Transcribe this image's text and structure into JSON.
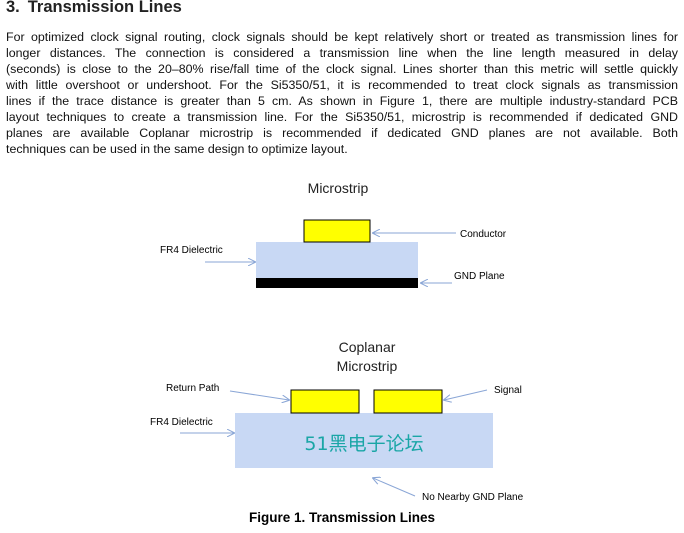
{
  "section": {
    "number": "3.",
    "title": "Transmission Lines"
  },
  "paragraph": {
    "lines": [
      "For optimized clock signal routing, clock signals should be kept relatively short or treated as transmission lines for",
      "longer distances. The connection is considered a transmission line when the line length measured in delay",
      "(seconds) is close to the 20–80% rise/fall time of the clock signal. Lines shorter than this metric will settle quickly",
      "with little overshoot or undershoot. For the Si5350/51, it is recommended to treat clock signals as transmission",
      "lines if the trace distance is greater than 5 cm. As shown in Figure 1, there are multiple industry-standard PCB",
      "layout techniques to create a transmission line. For the Si5350/51, microstrip is recommended if dedicated GND",
      "planes are available Coplanar microstrip is recommended if dedicated GND planes are not available. Both",
      "techniques can be used in the same design to optimize layout."
    ]
  },
  "figure": {
    "microstrip": {
      "title": "Microstrip",
      "label_conductor": "Conductor",
      "label_dielectric": "FR4 Dielectric",
      "label_gnd": "GND Plane"
    },
    "coplanar": {
      "title_line1": "Coplanar",
      "title_line2": "Microstrip",
      "label_return": "Return Path",
      "label_signal": "Signal",
      "label_dielectric": "FR4 Dielectric",
      "label_no_gnd": "No Nearby GND Plane"
    },
    "watermark": "51黑电子论坛",
    "caption": "Figure 1. Transmission Lines",
    "colors": {
      "dielectric": "#c8d8f4",
      "conductor": "#ffff00",
      "gnd_plane": "#000000",
      "arrow": "#8aa6d6",
      "watermark": "#1aa6a6"
    }
  }
}
